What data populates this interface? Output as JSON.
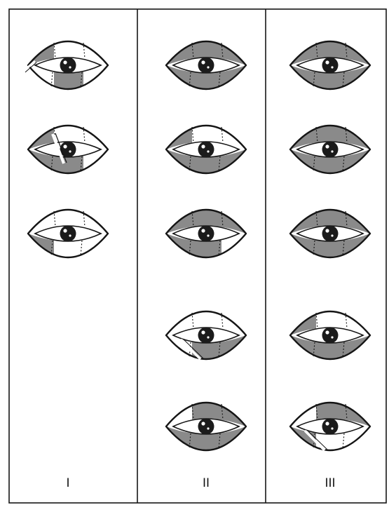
{
  "colors": {
    "line": "#151515",
    "shade": "#8a8a8a",
    "white": "#ffffff",
    "iris": "#1b1b1b"
  },
  "columns": [
    {
      "label": "I",
      "eyes": [
        {
          "shaded": [
            0,
            4
          ],
          "scar": "left"
        },
        {
          "shaded": [
            0,
            3,
            4
          ],
          "scar": "center"
        },
        {
          "shaded": [
            3
          ],
          "scar": "none"
        }
      ]
    },
    {
      "label": "II",
      "eyes": [
        {
          "shaded": [
            0,
            1,
            2,
            3,
            4,
            5
          ],
          "scar": "none"
        },
        {
          "shaded": [
            0,
            3,
            4,
            5
          ],
          "scar": "none"
        },
        {
          "shaded": [
            0,
            1,
            2,
            3,
            4
          ],
          "scar": "none"
        },
        {
          "shaded": [
            4,
            5
          ],
          "scar": "lower"
        },
        {
          "shaded": [
            1,
            2,
            3,
            4,
            5
          ],
          "scar": "none"
        }
      ]
    },
    {
      "label": "III",
      "eyes": [
        {
          "shaded": [
            0,
            1,
            2,
            3,
            4,
            5
          ],
          "scar": "none"
        },
        {
          "shaded": [
            0,
            1,
            2,
            3,
            4,
            5
          ],
          "scar": "none"
        },
        {
          "shaded": [
            0,
            1,
            2,
            3,
            4,
            5
          ],
          "scar": "none"
        },
        {
          "shaded": [
            0,
            3,
            4,
            5
          ],
          "scar": "none"
        },
        {
          "shaded": [
            1,
            2,
            3
          ],
          "scar": "lower"
        }
      ]
    }
  ]
}
